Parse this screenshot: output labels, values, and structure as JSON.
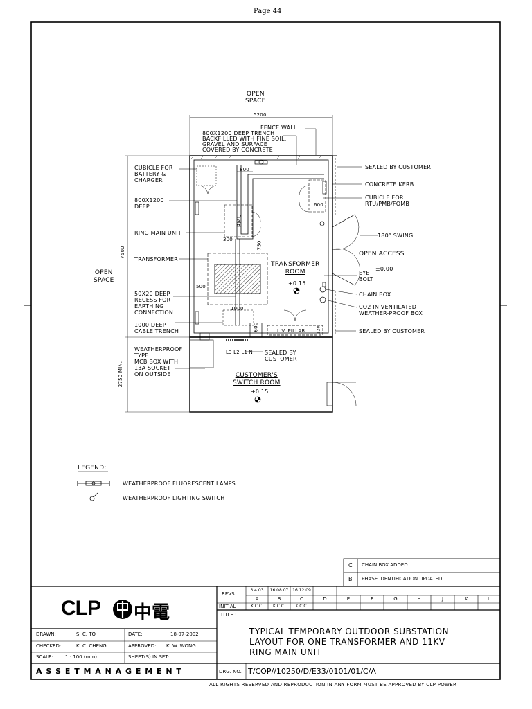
{
  "page_header": "Page 44",
  "labels": {
    "open_space_top": "OPEN\nSPACE",
    "dim_5200": "5200",
    "fence_wall": "FENCE WALL",
    "trench": "800x1200 DEEP TRENCH\nBACKFILLED WITH FINE SOIL,\nGRAVEL AND SURFACE\nCOVERED BY CONCRETE",
    "dim_800": "800",
    "cubicle_battery": "CUBICLE FOR\nBATTERY &\nCHARGER",
    "deep_800": "800x1200\nDEEP",
    "ring_main_unit": "RING MAIN UNIT",
    "transformer": "TRANSFORMER",
    "open_space_left": "OPEN\nSPACE",
    "recess": "50x20 DEEP\nRECESS FOR\nEARTHING\nCONNECTION",
    "cable_trench": "1000 DEEP\nCABLE TRENCH",
    "mcb": "WEATHERPROOF\nTYPE\nMCB BOX WITH\n13A SOCKET\nON OUTSIDE",
    "dim_7500": "7500",
    "dim_2750": "2750 MIN.",
    "sealed_customer_1": "SEALED BY CUSTOMER",
    "concrete_kerb": "CONCRETE KERB",
    "cubicle_rtu": "CUBICLE FOR\nRTU/PMB/FOMB",
    "swing": "180° SWING",
    "open_access": "OPEN ACCESS",
    "level_000": "±0.00",
    "eye_bolt": "EYE\nBOLT",
    "chain_box": "CHAIN BOX",
    "co2": "CO2 IN VENTILATED\nWEATHER-PROOF BOX",
    "sealed_customer_2": "SEALED BY CUSTOMER",
    "rmu": "RMU",
    "dim_300": "300",
    "dim_750": "750",
    "dim_600a": "600",
    "dim_500": "500",
    "dim_1000": "1000",
    "dim_600b": "600",
    "dim_120": "120",
    "transformer_room": "TRANSFORMER\nROOM",
    "level_015a": "+0.15",
    "lv_pillar": "L.V. PILLAR",
    "phases": "L3 L2 L1 N",
    "sealed_customer_3": "SEALED BY\nCUSTOMER",
    "customer_switch_room": "CUSTOMER'S\nSWITCH ROOM",
    "level_015b": "+0.15"
  },
  "legend": {
    "title": "LEGEND:",
    "items": [
      {
        "symbol": "lamp-icon",
        "text": "WEATHERPROOF FLUORESCENT LAMPS"
      },
      {
        "symbol": "switch-icon",
        "text": "WEATHERPROOF LIGHTING SWITCH"
      }
    ]
  },
  "revisions": [
    {
      "rev": "C",
      "text": "CHAIN BOX ADDED"
    },
    {
      "rev": "B",
      "text": "PHASE IDENTIFICATION UPDATED"
    }
  ],
  "rev_table": {
    "revs_label": "REVS.",
    "initial_label": "INITIAL",
    "dates": [
      "3.4.03",
      "16.08.07",
      "16.12.09",
      "",
      "",
      "",
      "",
      "",
      "",
      "",
      ""
    ],
    "letters": [
      "A",
      "B",
      "C",
      "D",
      "E",
      "F",
      "G",
      "H",
      "J",
      "K",
      "L"
    ],
    "initials": [
      "K.C.C.",
      "K.C.C.",
      "K.C.C.",
      "",
      "",
      "",
      "",
      "",
      "",
      "",
      ""
    ]
  },
  "logo": {
    "latin": "CLP",
    "chinese": "中電"
  },
  "title_block": {
    "drawn_label": "DRAWN:",
    "drawn_value": "S. C. TO",
    "date_label": "DATE:",
    "date_value": "18-07-2002",
    "checked_label": "CHECKED:",
    "checked_value": "K. C. CHENG",
    "approved_label": "APPROVED:",
    "approved_value": "K. W. WONG",
    "scale_label": "SCALE:",
    "scale_value": "1 : 100 (mm)",
    "sheets_label": "SHEET(S) IN SET:",
    "asset_management": "A S S E T   M A N A G E M E N T",
    "title_label": "TITLE :",
    "title_text": "TYPICAL TEMPORARY OUTDOOR SUBSTATION\nLAYOUT FOR ONE TRANSFORMER AND 11kV\nRING MAIN UNIT",
    "drg_label": "DRG. NO.",
    "drg_chars": [
      "T",
      "C",
      "O",
      "P",
      "1",
      "0",
      "2",
      "5",
      "0",
      "D",
      "E",
      "3",
      "3",
      "0",
      "1",
      "0",
      "1",
      "0",
      "1",
      "C",
      "A"
    ]
  },
  "footer": "ALL RIGHTS RESERVED AND REPRODUCTION IN ANY FORM MUST BE APPROVED BY CLP POWER"
}
